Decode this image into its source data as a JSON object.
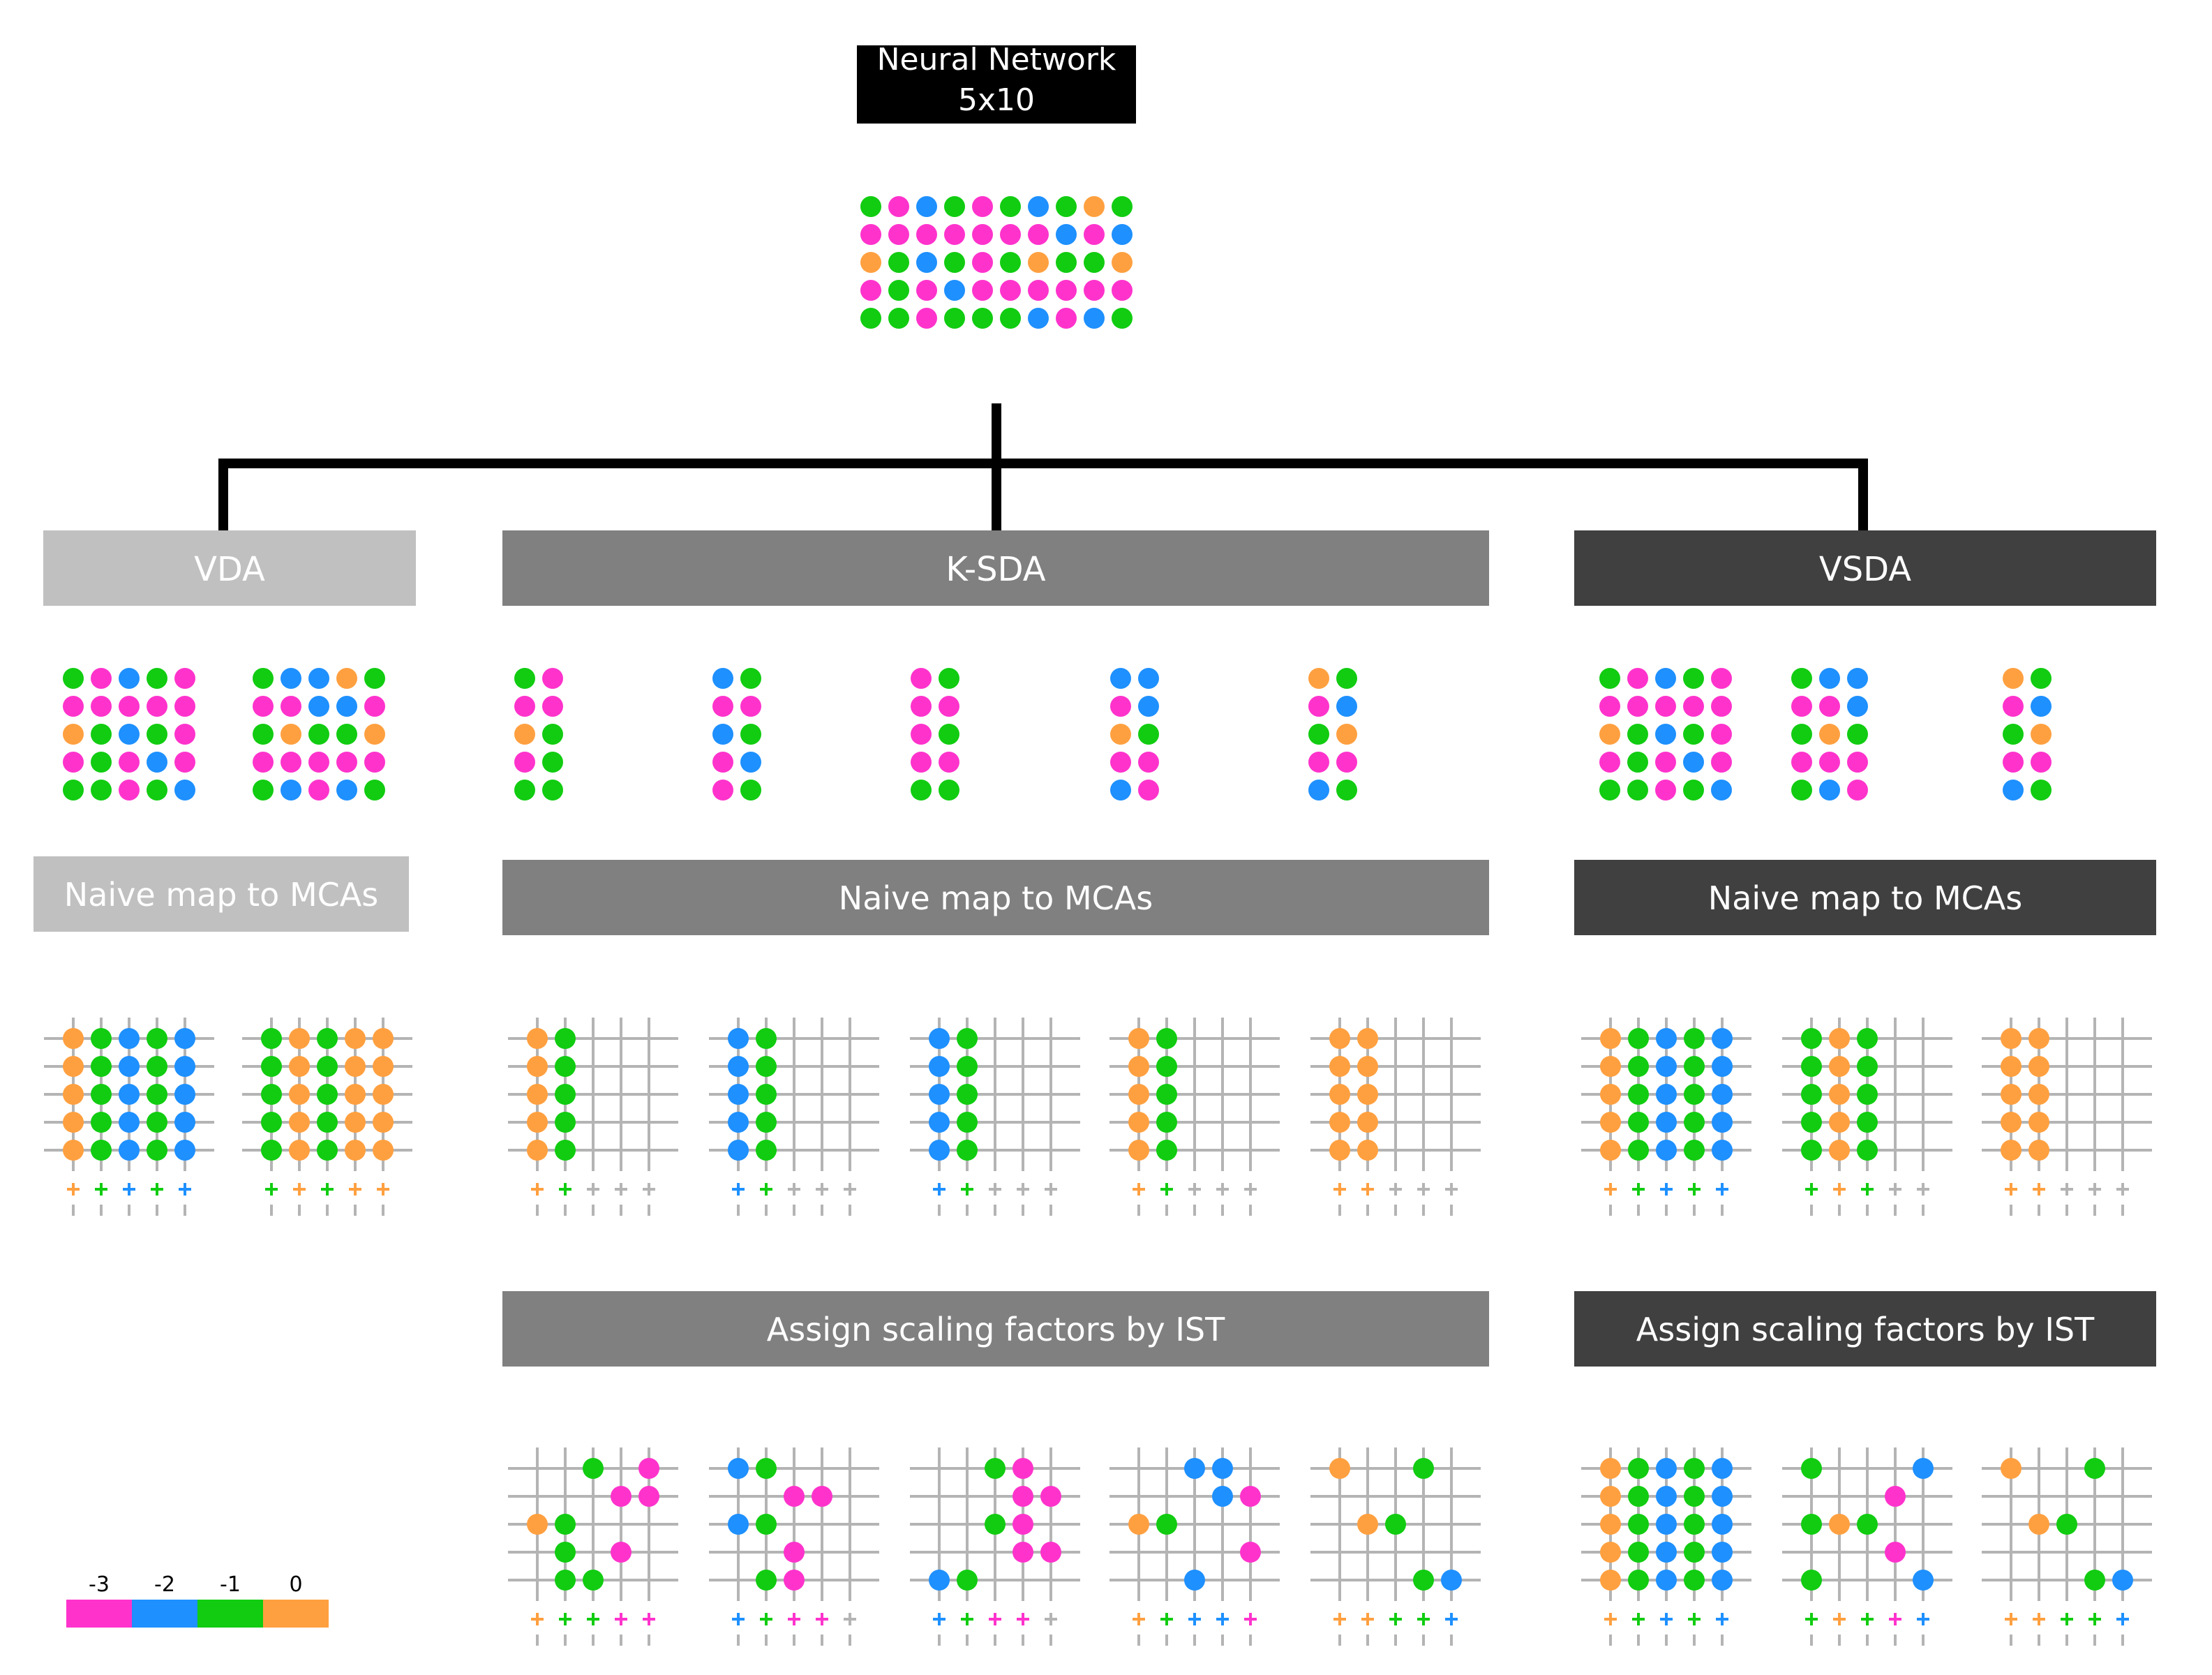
{
  "title": {
    "line1": "Neural Network",
    "line2": "5x10"
  },
  "colors": {
    "-3": "#FF33CC",
    "-2": "#1E90FF",
    "-1": "#11CC11",
    "0": "#FFA040",
    "header_vda": "#C0C0C0",
    "header_ksda": "#808080",
    "header_vsda": "#404040",
    "grid": "#B4B4B4",
    "connector": "#000000"
  },
  "network": [
    [
      -1,
      -3,
      -2,
      -1,
      -3,
      -1,
      -2,
      -1,
      0,
      -1
    ],
    [
      -3,
      -3,
      -3,
      -3,
      -3,
      -3,
      -3,
      -2,
      -3,
      -2
    ],
    [
      0,
      -1,
      -2,
      -1,
      -3,
      -1,
      0,
      -1,
      -1,
      0
    ],
    [
      -3,
      -1,
      -3,
      -2,
      -3,
      -3,
      -3,
      -3,
      -3,
      -3
    ],
    [
      -1,
      -1,
      -3,
      -1,
      -1,
      -1,
      -2,
      -3,
      -2,
      -1
    ]
  ],
  "columns": {
    "vda": {
      "label": "VDA",
      "naive_label": "Naive map to MCAs",
      "partitions": [
        [
          [
            -1,
            -3,
            -2,
            -1,
            -3
          ],
          [
            -3,
            -3,
            -3,
            -3,
            -3
          ],
          [
            0,
            -1,
            -2,
            -1,
            -3
          ],
          [
            -3,
            -1,
            -3,
            -2,
            -3
          ],
          [
            -1,
            -1,
            -3,
            -1,
            -2
          ]
        ],
        [
          [
            -1,
            -2,
            -2,
            0,
            -1
          ],
          [
            -3,
            -3,
            -2,
            -2,
            -3
          ],
          [
            -1,
            0,
            -1,
            -1,
            0
          ],
          [
            -3,
            -3,
            -3,
            -3,
            -3
          ],
          [
            -1,
            -2,
            -3,
            -2,
            -1
          ]
        ]
      ],
      "naive_maps": [
        {
          "cells": [
            [
              0,
              -1,
              -2,
              -1,
              -2
            ],
            [
              0,
              -1,
              -2,
              -1,
              -2
            ],
            [
              0,
              -1,
              -2,
              -1,
              -2
            ],
            [
              0,
              -1,
              -2,
              -1,
              -2
            ],
            [
              0,
              -1,
              -2,
              -1,
              -2
            ]
          ],
          "signs": [
            0,
            -1,
            -2,
            -1,
            -2
          ]
        },
        {
          "cells": [
            [
              -1,
              0,
              -1,
              0,
              0
            ],
            [
              -1,
              0,
              -1,
              0,
              0
            ],
            [
              -1,
              0,
              -1,
              0,
              0
            ],
            [
              -1,
              0,
              -1,
              0,
              0
            ],
            [
              -1,
              0,
              -1,
              0,
              0
            ]
          ],
          "signs": [
            -1,
            0,
            -1,
            0,
            0
          ]
        }
      ]
    },
    "ksda": {
      "label": "K-SDA",
      "naive_label": "Naive map to MCAs",
      "ist_label": "Assign scaling factors by IST",
      "partitions": [
        [
          [
            -1,
            -3
          ],
          [
            -3,
            -3
          ],
          [
            0,
            -1
          ],
          [
            -3,
            -1
          ],
          [
            -1,
            -1
          ]
        ],
        [
          [
            -2,
            -1
          ],
          [
            -3,
            -3
          ],
          [
            -2,
            -1
          ],
          [
            -3,
            -2
          ],
          [
            -3,
            -1
          ]
        ],
        [
          [
            -3,
            -1
          ],
          [
            -3,
            -3
          ],
          [
            -3,
            -1
          ],
          [
            -3,
            -3
          ],
          [
            -1,
            -1
          ]
        ],
        [
          [
            -2,
            -2
          ],
          [
            -3,
            -2
          ],
          [
            0,
            -1
          ],
          [
            -3,
            -3
          ],
          [
            -2,
            -3
          ]
        ],
        [
          [
            0,
            -1
          ],
          [
            -3,
            -2
          ],
          [
            -1,
            0
          ],
          [
            -3,
            -3
          ],
          [
            -2,
            -1
          ]
        ]
      ],
      "naive_maps": [
        {
          "cells": [
            [
              0,
              -1
            ],
            [
              0,
              -1
            ],
            [
              0,
              -1
            ],
            [
              0,
              -1
            ],
            [
              0,
              -1
            ]
          ],
          "signs": [
            0,
            -1,
            null,
            null,
            null
          ]
        },
        {
          "cells": [
            [
              -2,
              -1
            ],
            [
              -2,
              -1
            ],
            [
              -2,
              -1
            ],
            [
              -2,
              -1
            ],
            [
              -2,
              -1
            ]
          ],
          "signs": [
            -2,
            -1,
            null,
            null,
            null
          ]
        },
        {
          "cells": [
            [
              -2,
              -1
            ],
            [
              -2,
              -1
            ],
            [
              -2,
              -1
            ],
            [
              -2,
              -1
            ],
            [
              -2,
              -1
            ]
          ],
          "signs": [
            -2,
            -1,
            null,
            null,
            null
          ]
        },
        {
          "cells": [
            [
              0,
              -1
            ],
            [
              0,
              -1
            ],
            [
              0,
              -1
            ],
            [
              0,
              -1
            ],
            [
              0,
              -1
            ]
          ],
          "signs": [
            0,
            -1,
            null,
            null,
            null
          ]
        },
        {
          "cells": [
            [
              0,
              0
            ],
            [
              0,
              0
            ],
            [
              0,
              0
            ],
            [
              0,
              0
            ],
            [
              0,
              0
            ]
          ],
          "signs": [
            0,
            0,
            null,
            null,
            null
          ]
        }
      ],
      "ist_maps": [
        {
          "cells": [
            [
              null,
              null,
              -1,
              null,
              -3
            ],
            [
              null,
              null,
              null,
              -3,
              -3
            ],
            [
              0,
              -1,
              null,
              null,
              null
            ],
            [
              null,
              -1,
              null,
              -3,
              null
            ],
            [
              null,
              -1,
              -1,
              null,
              null
            ]
          ],
          "signs": [
            0,
            -1,
            -1,
            -3,
            -3
          ]
        },
        {
          "cells": [
            [
              -2,
              -1,
              null,
              null,
              null
            ],
            [
              null,
              null,
              -3,
              -3,
              null
            ],
            [
              -2,
              -1,
              null,
              null,
              null
            ],
            [
              null,
              null,
              -3,
              null,
              null
            ],
            [
              null,
              -1,
              -3,
              null,
              null
            ]
          ],
          "signs": [
            -2,
            -1,
            -3,
            -3,
            null
          ]
        },
        {
          "cells": [
            [
              null,
              null,
              -1,
              -3,
              null
            ],
            [
              null,
              null,
              null,
              -3,
              -3
            ],
            [
              null,
              null,
              -1,
              -3,
              null
            ],
            [
              null,
              null,
              null,
              -3,
              -3
            ],
            [
              -2,
              -1,
              null,
              null,
              null
            ]
          ],
          "signs": [
            -2,
            -1,
            -3,
            -3,
            null
          ]
        },
        {
          "cells": [
            [
              null,
              null,
              -2,
              -2,
              null
            ],
            [
              null,
              null,
              null,
              -2,
              -3
            ],
            [
              0,
              -1,
              null,
              null,
              null
            ],
            [
              null,
              null,
              null,
              null,
              -3
            ],
            [
              null,
              null,
              -2,
              null,
              null
            ]
          ],
          "signs": [
            0,
            -1,
            -2,
            -2,
            -3
          ]
        },
        {
          "cells": [
            [
              0,
              null,
              null,
              -1,
              null
            ],
            [
              null,
              null,
              null,
              null,
              null
            ],
            [
              null,
              0,
              -1,
              null,
              null
            ],
            [
              null,
              null,
              null,
              null,
              null
            ],
            [
              null,
              null,
              null,
              -1,
              -2
            ]
          ],
          "signs": [
            0,
            0,
            -1,
            -1,
            -2
          ]
        }
      ]
    },
    "vsda": {
      "label": "VSDA",
      "naive_label": "Naive map to MCAs",
      "ist_label": "Assign scaling factors by IST",
      "partitions": [
        [
          [
            -1,
            -3,
            -2,
            -1,
            -3
          ],
          [
            -3,
            -3,
            -3,
            -3,
            -3
          ],
          [
            0,
            -1,
            -2,
            -1,
            -3
          ],
          [
            -3,
            -1,
            -3,
            -2,
            -3
          ],
          [
            -1,
            -1,
            -3,
            -1,
            -2
          ]
        ],
        [
          [
            -1,
            -2,
            -2
          ],
          [
            -3,
            -3,
            -2
          ],
          [
            -1,
            0,
            -1
          ],
          [
            -3,
            -3,
            -3
          ],
          [
            -1,
            -2,
            -3
          ]
        ],
        [
          [
            0,
            -1
          ],
          [
            -3,
            -2
          ],
          [
            -1,
            0
          ],
          [
            -3,
            -3
          ],
          [
            -2,
            -1
          ]
        ]
      ],
      "naive_maps": [
        {
          "cells": [
            [
              0,
              -1,
              -2,
              -1,
              -2
            ],
            [
              0,
              -1,
              -2,
              -1,
              -2
            ],
            [
              0,
              -1,
              -2,
              -1,
              -2
            ],
            [
              0,
              -1,
              -2,
              -1,
              -2
            ],
            [
              0,
              -1,
              -2,
              -1,
              -2
            ]
          ],
          "signs": [
            0,
            -1,
            -2,
            -1,
            -2
          ]
        },
        {
          "cells": [
            [
              -1,
              0,
              -1
            ],
            [
              -1,
              0,
              -1
            ],
            [
              -1,
              0,
              -1
            ],
            [
              -1,
              0,
              -1
            ],
            [
              -1,
              0,
              -1
            ]
          ],
          "signs": [
            -1,
            0,
            -1,
            null,
            null
          ]
        },
        {
          "cells": [
            [
              0,
              0
            ],
            [
              0,
              0
            ],
            [
              0,
              0
            ],
            [
              0,
              0
            ],
            [
              0,
              0
            ]
          ],
          "signs": [
            0,
            0,
            null,
            null,
            null
          ]
        }
      ],
      "ist_maps": [
        {
          "cells": [
            [
              0,
              -1,
              -2,
              -1,
              -2
            ],
            [
              0,
              -1,
              -2,
              -1,
              -2
            ],
            [
              0,
              -1,
              -2,
              -1,
              -2
            ],
            [
              0,
              -1,
              -2,
              -1,
              -2
            ],
            [
              0,
              -1,
              -2,
              -1,
              -2
            ]
          ],
          "signs": [
            0,
            -1,
            -2,
            -1,
            -2
          ]
        },
        {
          "cells": [
            [
              -1,
              null,
              null,
              null,
              -2
            ],
            [
              null,
              null,
              null,
              -3,
              null
            ],
            [
              -1,
              0,
              -1,
              null,
              null
            ],
            [
              null,
              null,
              null,
              -3,
              null
            ],
            [
              -1,
              null,
              null,
              null,
              -2
            ]
          ],
          "signs": [
            -1,
            0,
            -1,
            -3,
            -2
          ]
        },
        {
          "cells": [
            [
              0,
              null,
              null,
              -1,
              null
            ],
            [
              null,
              null,
              null,
              null,
              null
            ],
            [
              null,
              0,
              -1,
              null,
              null
            ],
            [
              null,
              null,
              null,
              null,
              null
            ],
            [
              null,
              null,
              null,
              -1,
              -2
            ]
          ],
          "signs": [
            0,
            0,
            -1,
            -1,
            -2
          ]
        }
      ]
    }
  },
  "legend": [
    {
      "label": "-3",
      "color": "#FF33CC"
    },
    {
      "label": "-2",
      "color": "#1E90FF"
    },
    {
      "label": "-1",
      "color": "#11CC11"
    },
    {
      "label": "0",
      "color": "#FFA040"
    }
  ]
}
